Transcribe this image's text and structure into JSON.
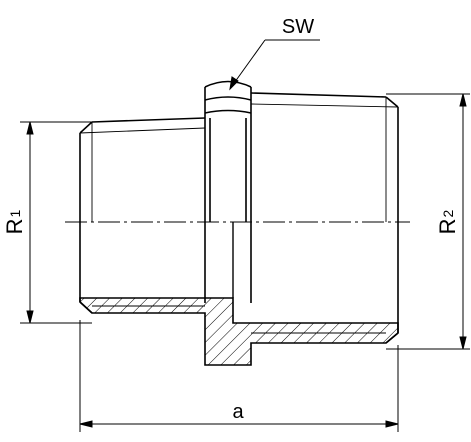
{
  "diagram": {
    "labels": {
      "sw": "SW",
      "r1_letter": "R",
      "r1_sub": "1",
      "r2_letter": "R",
      "r2_sub": "2",
      "a": "a"
    }
  }
}
